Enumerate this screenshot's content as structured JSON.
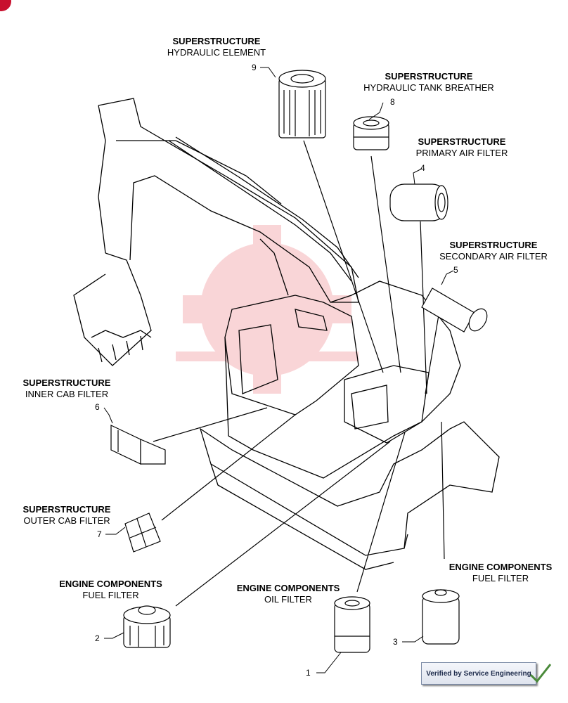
{
  "components": [
    {
      "number": "9",
      "title": "SUPERSTRUCTURE",
      "subtitle": "HYDRAULIC ELEMENT"
    },
    {
      "number": "8",
      "title": "SUPERSTRUCTURE",
      "subtitle": "HYDRAULIC TANK BREATHER"
    },
    {
      "number": "4",
      "title": "SUPERSTRUCTURE",
      "subtitle": "PRIMARY AIR FILTER"
    },
    {
      "number": "5",
      "title": "SUPERSTRUCTURE",
      "subtitle": "SECONDARY AIR FILTER"
    },
    {
      "number": "6",
      "title": "SUPERSTRUCTURE",
      "subtitle": "INNER CAB FILTER"
    },
    {
      "number": "7",
      "title": "SUPERSTRUCTURE",
      "subtitle": "OUTER CAB FILTER"
    },
    {
      "number": "2",
      "title": "ENGINE COMPONENTS",
      "subtitle": "FUEL FILTER"
    },
    {
      "number": "1",
      "title": "ENGINE COMPONENTS",
      "subtitle": "OIL FILTER"
    },
    {
      "number": "3",
      "title": "ENGINE COMPONENTS",
      "subtitle": "FUEL FILTER"
    }
  ],
  "verification_badge": "Verified by Service Engineering"
}
